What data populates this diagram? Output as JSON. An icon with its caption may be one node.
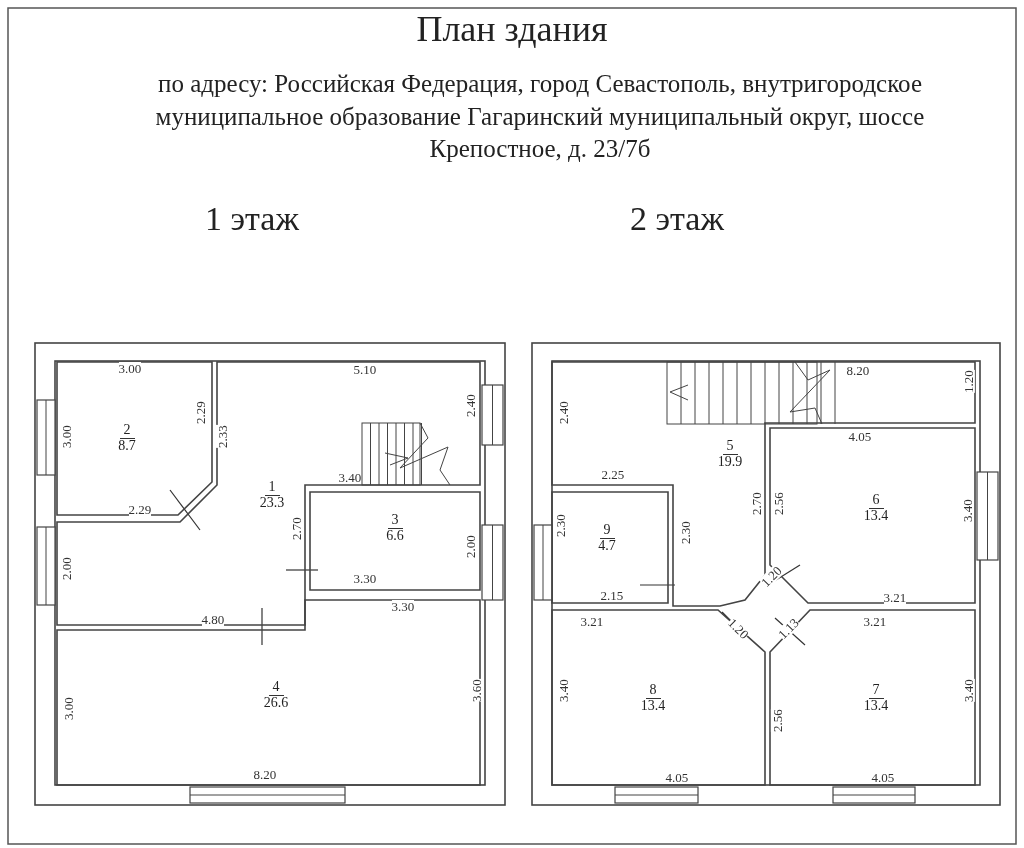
{
  "diagram": {
    "title": "План здания",
    "nodes": [
      {
        "text": [
          "1",
          "23.3"
        ]
      },
      {
        "text": [
          "2",
          "8.7"
        ]
      },
      {
        "text": [
          "3",
          "6.6"
        ]
      },
      {
        "text": [
          "4",
          "26.6"
        ]
      },
      {
        "text": [
          "5",
          "19.9"
        ]
      },
      {
        "text": [
          "6",
          "13.4"
        ]
      },
      {
        "text": [
          "9",
          "4.7"
        ]
      },
      {
        "text": [
          "8",
          "13.4"
        ]
      },
      {
        "text": [
          "7",
          "13.4"
        ]
      }
    ],
    "edges": [],
    "labels": [
      "по адресу: Российская Федерация, город Севастополь, внутригородское муниципальное образование Гагаринский муниципальный округ, шоссе Крепостное, д. 23/7б",
      "1 этаж",
      "2 этаж",
      "3.00",
      "5.10",
      "3.00",
      "2.29",
      "2.33",
      "2.29",
      "3.40",
      "2.40",
      "2.70",
      "2.00",
      "2.00",
      "3.30",
      "3.30",
      "4.80",
      "3.00",
      "3.60",
      "8.20",
      "8.20",
      "1.20",
      "2.40",
      "4.05",
      "2.25",
      "2.70",
      "2.56",
      "3.40",
      "2.30",
      "2.30",
      "2.15",
      "3.21",
      "1.20",
      "3.21",
      "1.20",
      "1.13",
      "3.21",
      "3.40",
      "2.56",
      "3.40",
      "4.05",
      "4.05"
    ]
  }
}
